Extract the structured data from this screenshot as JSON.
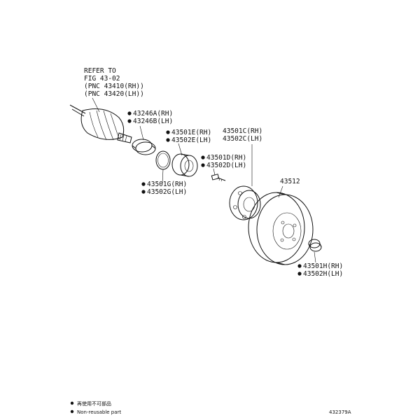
{
  "refer": {
    "line1": "REFER TO",
    "line2": "FIG 43-02",
    "line3": "(PNC 43410(RH))",
    "line4": "(PNC 43420(LH))"
  },
  "labels": {
    "a_rh": "43246A(RH)",
    "a_lh": "43246B(LH)",
    "e_rh": "43501E(RH)",
    "e_lh": "43502E(LH)",
    "c_rh": "43501C(RH)",
    "c_lh": "43502C(LH)",
    "d_rh": "43501D(RH)",
    "d_lh": "43502D(LH)",
    "g_rh": "43501G(RH)",
    "g_lh": "43502G(LH)",
    "disc": "43512",
    "h_rh": "43501H(RH)",
    "h_lh": "43502H(LH)"
  },
  "legend": {
    "line1": "再使用不可部品",
    "line2": "Non-reusable part"
  },
  "figure_id": "432379A"
}
